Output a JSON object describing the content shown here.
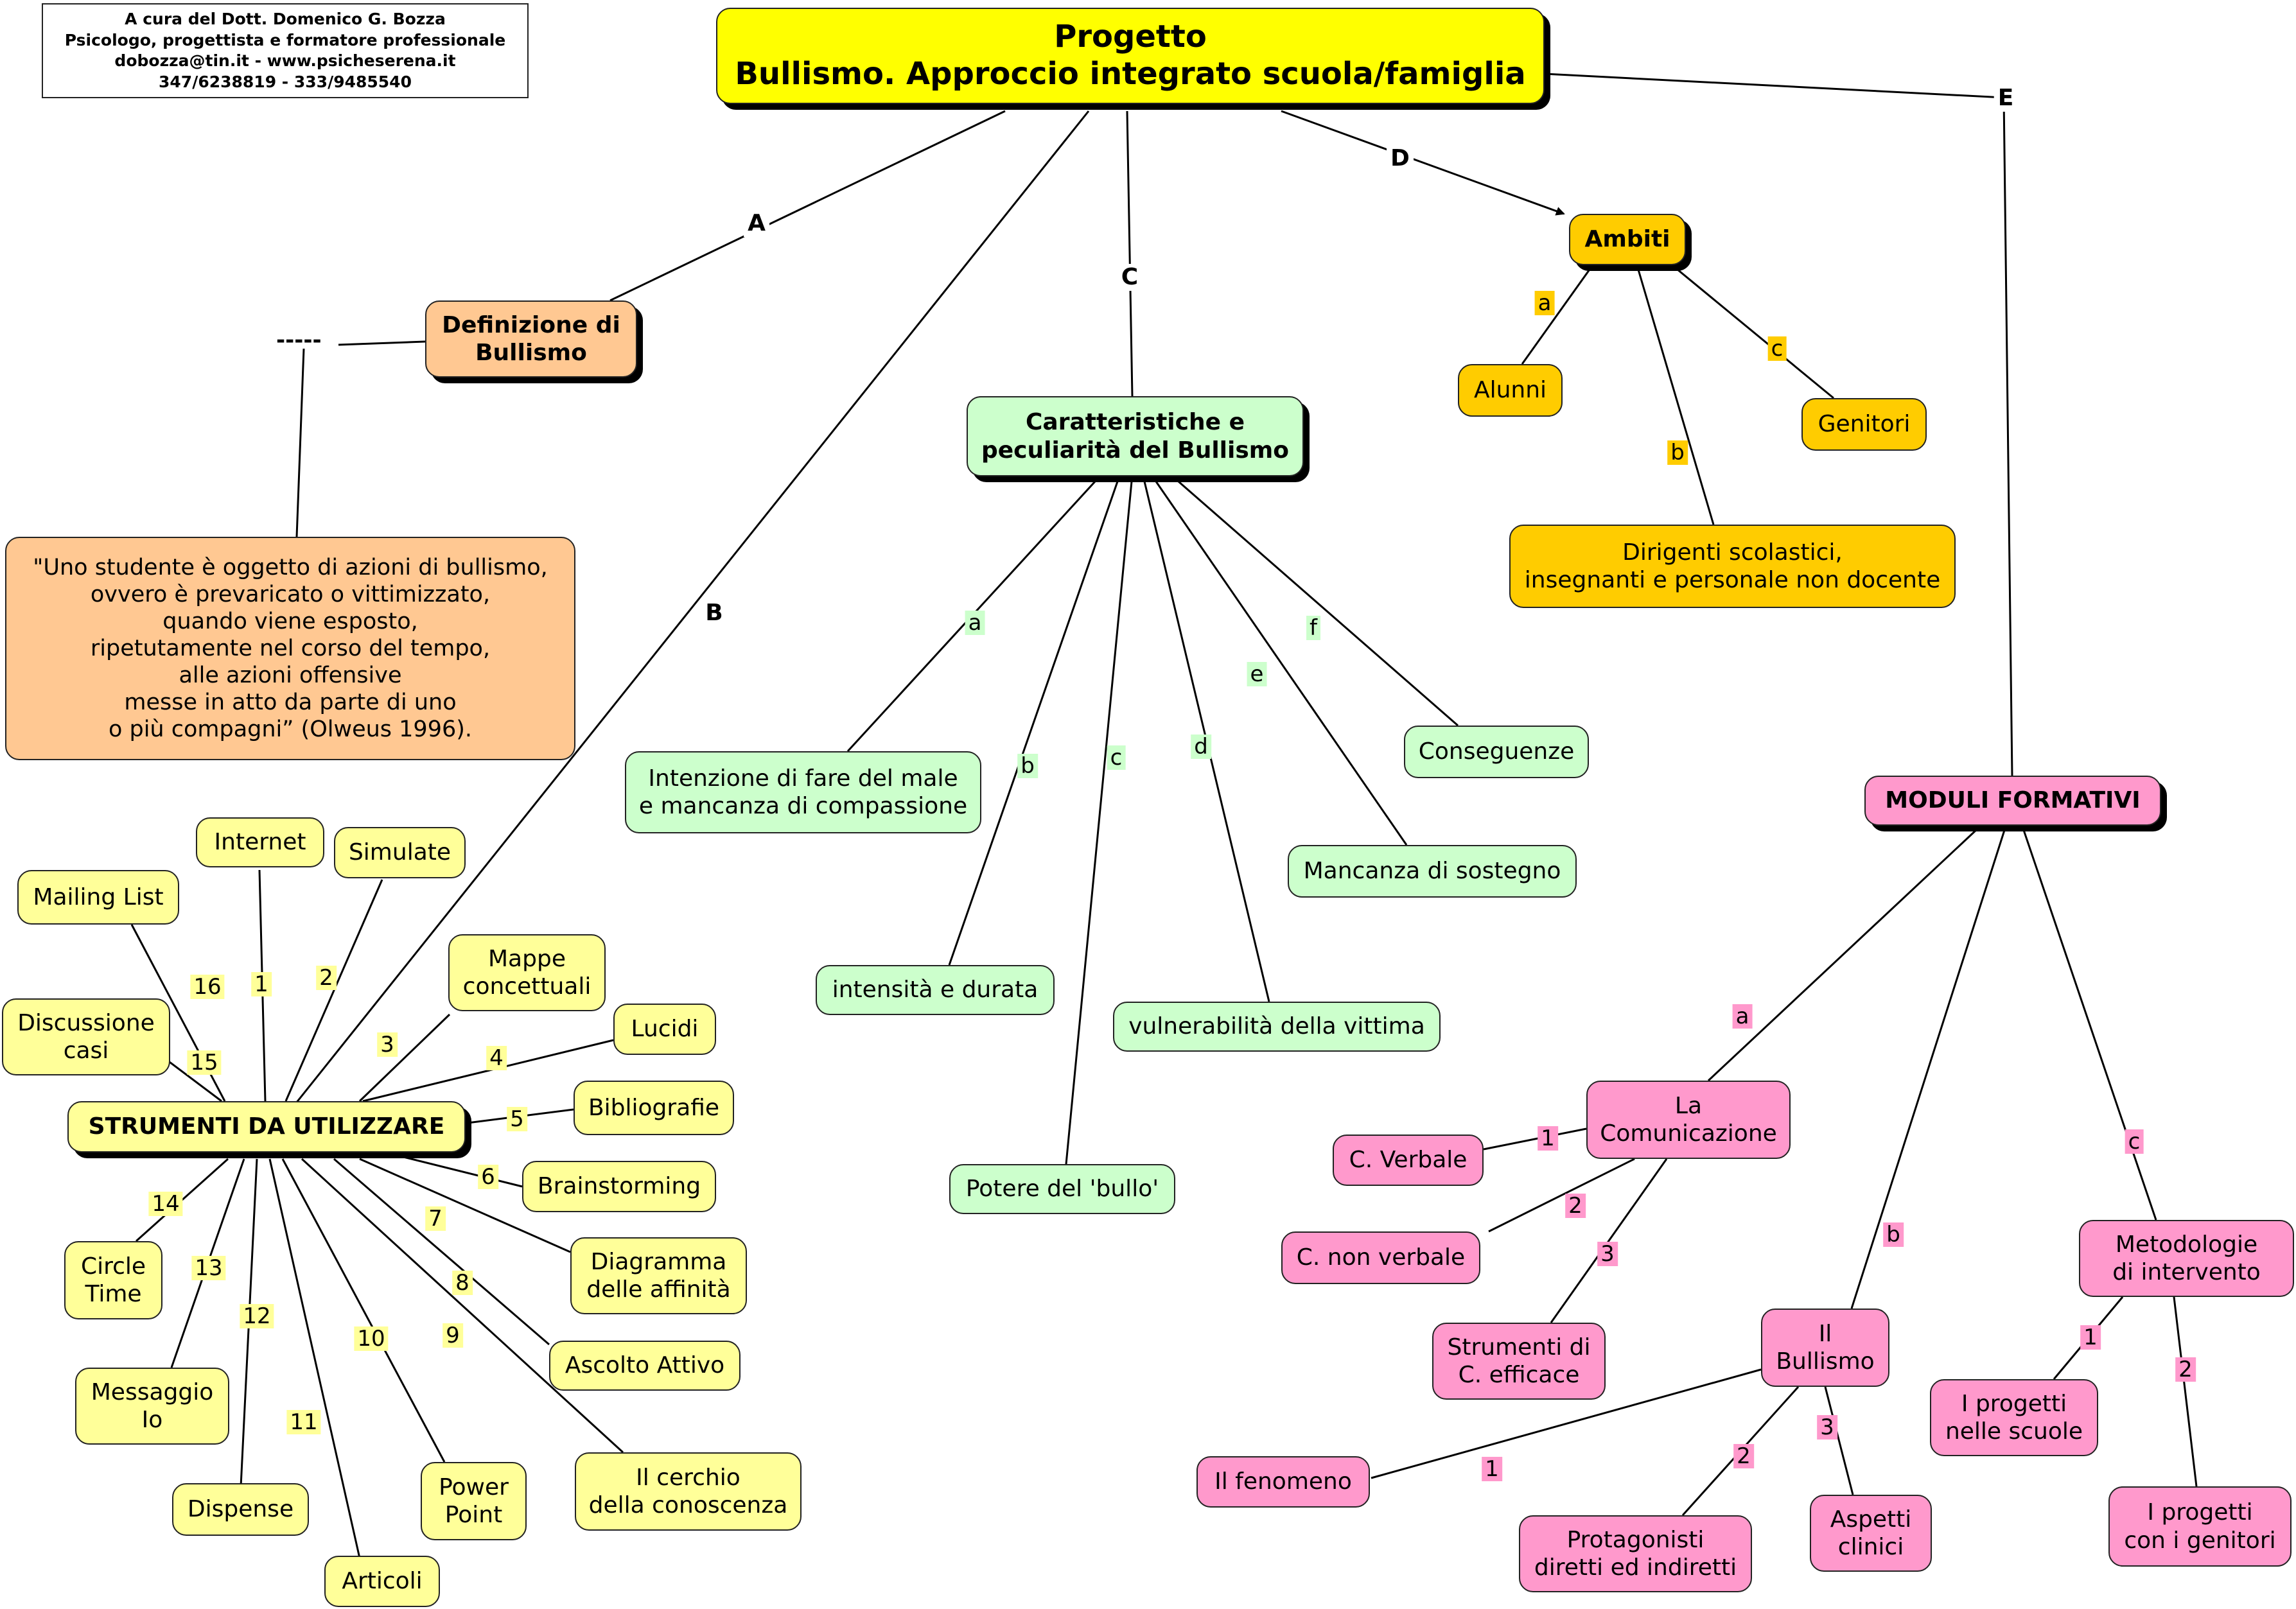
{
  "author": [
    "A cura del Dott. Domenico G. Bozza",
    "Psicologo, progettista e formatore professionale",
    "dobozza@tin.it - www.psicheserena.it",
    "347/6238819 - 333/9485540"
  ],
  "title": "Progetto\nBullismo. Approccio integrato scuola/famiglia",
  "dashes": "-----",
  "nodes": {
    "definizione": "Definizione di\nBullismo",
    "quote": "\"Uno studente è oggetto di azioni di bullismo,\novvero è prevaricato o vittimizzato,\nquando viene esposto,\nripetutamente nel corso del tempo,\nalle azioni offensive\nmesse in atto da parte di uno\no più compagni” (Olweus 1996).",
    "caratteristiche": "Caratteristiche e\npeculiarità del Bullismo",
    "intenzione": "Intenzione di fare del male\ne mancanza di compassione",
    "intensita": "intensità e durata",
    "potere": "Potere del 'bullo'",
    "vulnerabilita": "vulnerabilità della vittima",
    "mancanza": "Mancanza di sostegno",
    "conseguenze": "Conseguenze",
    "ambiti": "Ambiti",
    "alunni": "Alunni",
    "genitori": "Genitori",
    "dirigenti": "Dirigenti scolastici,\ninsegnanti e personale non docente",
    "moduli": "MODULI FORMATIVI",
    "comunicazione": "La\nComunicazione",
    "cverbale": "C. Verbale",
    "cnonverbale": "C. non verbale",
    "strumenti_c": "Strumenti di\nC. efficace",
    "il_bullismo": "Il\nBullismo",
    "fenomeno": "Il fenomeno",
    "protagonisti": "Protagonisti\ndiretti ed indiretti",
    "aspetti": "Aspetti\nclinici",
    "metodologie": "Metodologie\ndi intervento",
    "progetti_scuole": "I progetti\nnelle scuole",
    "progetti_genitori": "I progetti\ncon i genitori",
    "strumenti": "STRUMENTI DA UTILIZZARE",
    "internet": "Internet",
    "simulate": "Simulate",
    "mailing": "Mailing List",
    "mappe": "Mappe\nconcettuali",
    "discussione": "Discussione\ncasi",
    "lucidi": "Lucidi",
    "bibliografie": "Bibliografie",
    "brainstorming": "Brainstorming",
    "diagramma": "Diagramma\ndelle affinità",
    "ascolto": "Ascolto Attivo",
    "cerchio": "Il cerchio\ndella conoscenza",
    "powerpoint": "Power\nPoint",
    "articoli": "Articoli",
    "dispense": "Dispense",
    "messaggio": "Messaggio\nIo",
    "circle": "Circle\nTime"
  },
  "edge_labels": {
    "A": "A",
    "B": "B",
    "C": "C",
    "D": "D",
    "E": "E",
    "ca": "a",
    "cb": "b",
    "cc": "c",
    "cd": "d",
    "ce": "e",
    "cf": "f",
    "aa": "a",
    "ab": "b",
    "ac": "c",
    "ma": "a",
    "mb": "b",
    "mc": "c",
    "co1": "1",
    "co2": "2",
    "co3": "3",
    "bu1": "1",
    "bu2": "2",
    "bu3": "3",
    "me1": "1",
    "me2": "2",
    "s1": "1",
    "s2": "2",
    "s3": "3",
    "s4": "4",
    "s5": "5",
    "s6": "6",
    "s7": "7",
    "s8": "8",
    "s9": "9",
    "s10": "10",
    "s11": "11",
    "s12": "12",
    "s13": "13",
    "s14": "14",
    "s15": "15",
    "s16": "16"
  }
}
